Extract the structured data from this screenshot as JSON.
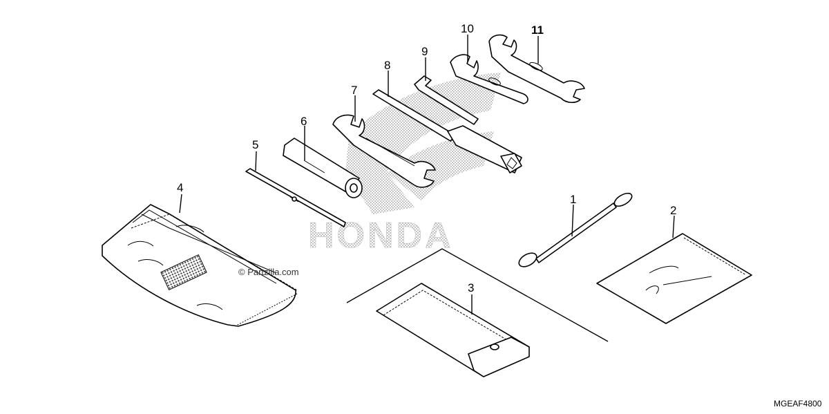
{
  "diagram": {
    "callouts": [
      {
        "id": "1",
        "label": "1"
      },
      {
        "id": "2",
        "label": "2"
      },
      {
        "id": "3",
        "label": "3"
      },
      {
        "id": "4",
        "label": "4"
      },
      {
        "id": "5",
        "label": "5"
      },
      {
        "id": "6",
        "label": "6"
      },
      {
        "id": "7",
        "label": "7"
      },
      {
        "id": "8",
        "label": "8"
      },
      {
        "id": "9",
        "label": "9"
      },
      {
        "id": "10",
        "label": "10"
      },
      {
        "id": "11",
        "label": "11"
      }
    ],
    "logo_text": "HONDA",
    "watermark": "© Partzilla.com",
    "drawing_code": "MGEAF4800"
  }
}
